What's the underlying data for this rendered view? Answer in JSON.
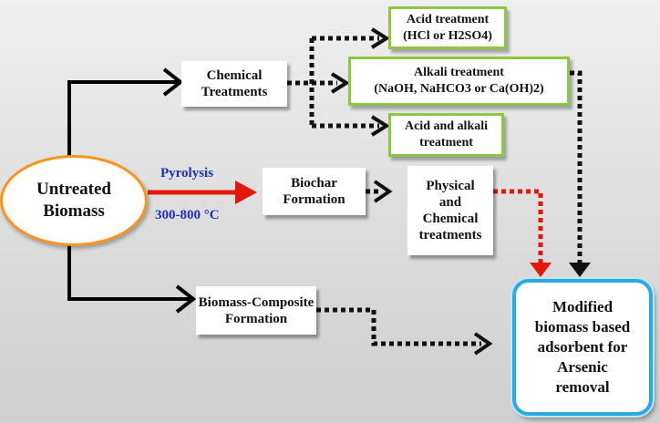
{
  "diagram": {
    "nodes": {
      "untreated": "Untreated\nBiomass",
      "chemical": "Chemical\nTreatments",
      "acid": "Acid treatment\n(HCl or H2SO4)",
      "alkali": "Alkali treatment\n(NaOH, NaHCO3 or Ca(OH)2)",
      "acid_alkali": "Acid and alkali\ntreatment",
      "biochar": "Biochar\nFormation",
      "physical": "Physical\nand\nChemical\ntreatments",
      "composite": "Biomass-Composite\nFormation",
      "final": "Modified\nbiomass based\nadsorbent for\nArsenic\nremoval"
    },
    "labels": {
      "pyrolysis": "Pyrolysis",
      "temperature": "300-800 °C"
    },
    "colors": {
      "solid_arrow": "#000000",
      "dotted_arrow": "#111111",
      "pyrolysis_arrow": "#e3170a",
      "red_dotted_arrow": "#e3170a",
      "green_border": "#8dc63f",
      "orange_border": "#f7941d",
      "blue_border": "#29abe2",
      "label_color": "#1f2fb5"
    }
  }
}
